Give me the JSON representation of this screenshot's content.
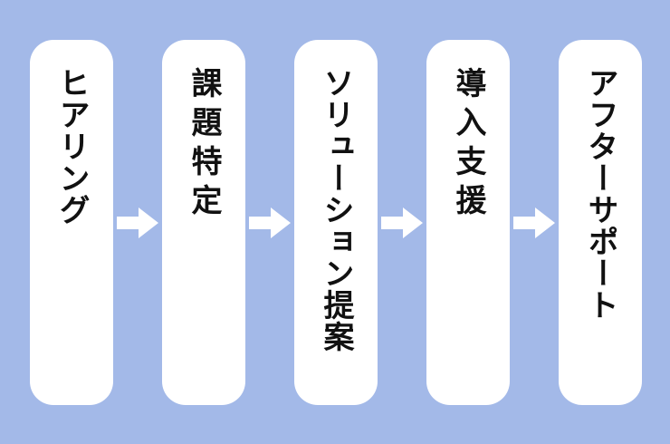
{
  "flow": {
    "steps": [
      {
        "label": "ヒアリング"
      },
      {
        "label": "課題特定"
      },
      {
        "label": "ソリューション提案"
      },
      {
        "label": "導入支援"
      },
      {
        "label": "アフターサポート"
      }
    ]
  },
  "colors": {
    "background": "#a3b9e8",
    "card": "#ffffff",
    "arrow": "#ffffff",
    "text": "#111111"
  },
  "icons": {
    "connector": "right-arrow-icon"
  }
}
